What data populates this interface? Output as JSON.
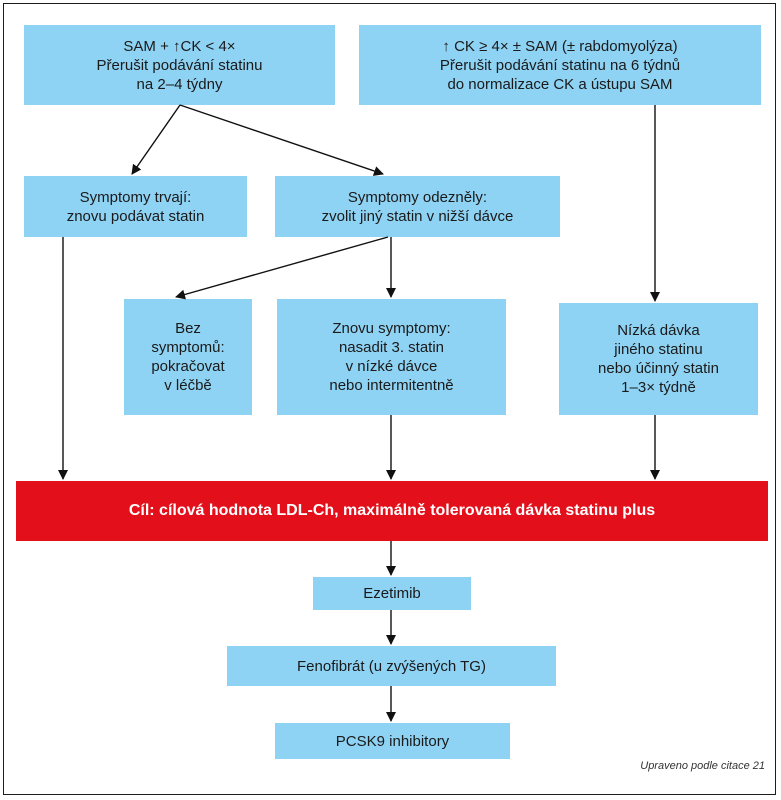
{
  "boxes": {
    "sam_low": [
      "SAM + ↑CK < 4×",
      "Přerušit podávání statinu",
      "na 2–4 týdny"
    ],
    "ck_high": [
      "↑ CK ≥ 4× ± SAM (± rabdomyolýza)",
      "Přerušit podávání statinu na 6 týdnů",
      "do normalizace CK a ústupu SAM"
    ],
    "persist": [
      "Symptomy trvají:",
      "znovu podávat statin"
    ],
    "subside": [
      "Symptomy odezněly:",
      "zvolit jiný statin v nižší dávce"
    ],
    "no_symptoms": [
      "Bez",
      "symptomů:",
      "pokračovat",
      "v léčbě"
    ],
    "again": [
      "Znovu symptomy:",
      "nasadit 3. statin",
      "v nízké dávce",
      "nebo intermitentně"
    ],
    "low_dose": [
      "Nízká dávka",
      "jiného statinu",
      "nebo účinný statin",
      "1–3× týdně"
    ],
    "ezetimib": [
      "Ezetimib"
    ],
    "fenofibrat": [
      "Fenofibrát (u zvýšených TG)"
    ],
    "pcsk9": [
      "PCSK9 inhibitory"
    ]
  },
  "goal": "Cíl: cílová hodnota LDL-Ch, maximálně tolerovaná dávka statinu plus",
  "footnote": "Upraveno podle citace 21"
}
